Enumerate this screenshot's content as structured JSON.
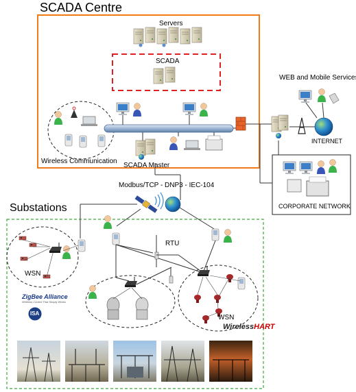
{
  "labels": {
    "scada_centre": "SCADA Centre",
    "servers": "Servers",
    "scada": "SCADA",
    "web_mobile": "WEB and Mobile Services",
    "internet": "INTERNET",
    "wireless_comm": "Wireless Communication",
    "scada_master": "SCADA Master",
    "protocols": "Modbus/TCP - DNP3 - IEC-104",
    "corporate": "CORPORATE NETWORK",
    "substations": "Substations",
    "rtu": "RTU",
    "wsn_left": "WSN",
    "wsn_right": "WSN"
  },
  "logos": {
    "zigbee": "ZigBee Alliance",
    "zigbee_tagline": "Wireless Control That Simply Works",
    "isa": "ISA",
    "wirelesshart_a": "Wireless",
    "wirelesshart_b": "HART"
  },
  "colors": {
    "scada_centre_border": "#f07a1a",
    "scada_box_border": "#e02020",
    "substations_border": "#3aa63a",
    "bus": "#7f9fc4",
    "firewall": "#e8642a"
  }
}
